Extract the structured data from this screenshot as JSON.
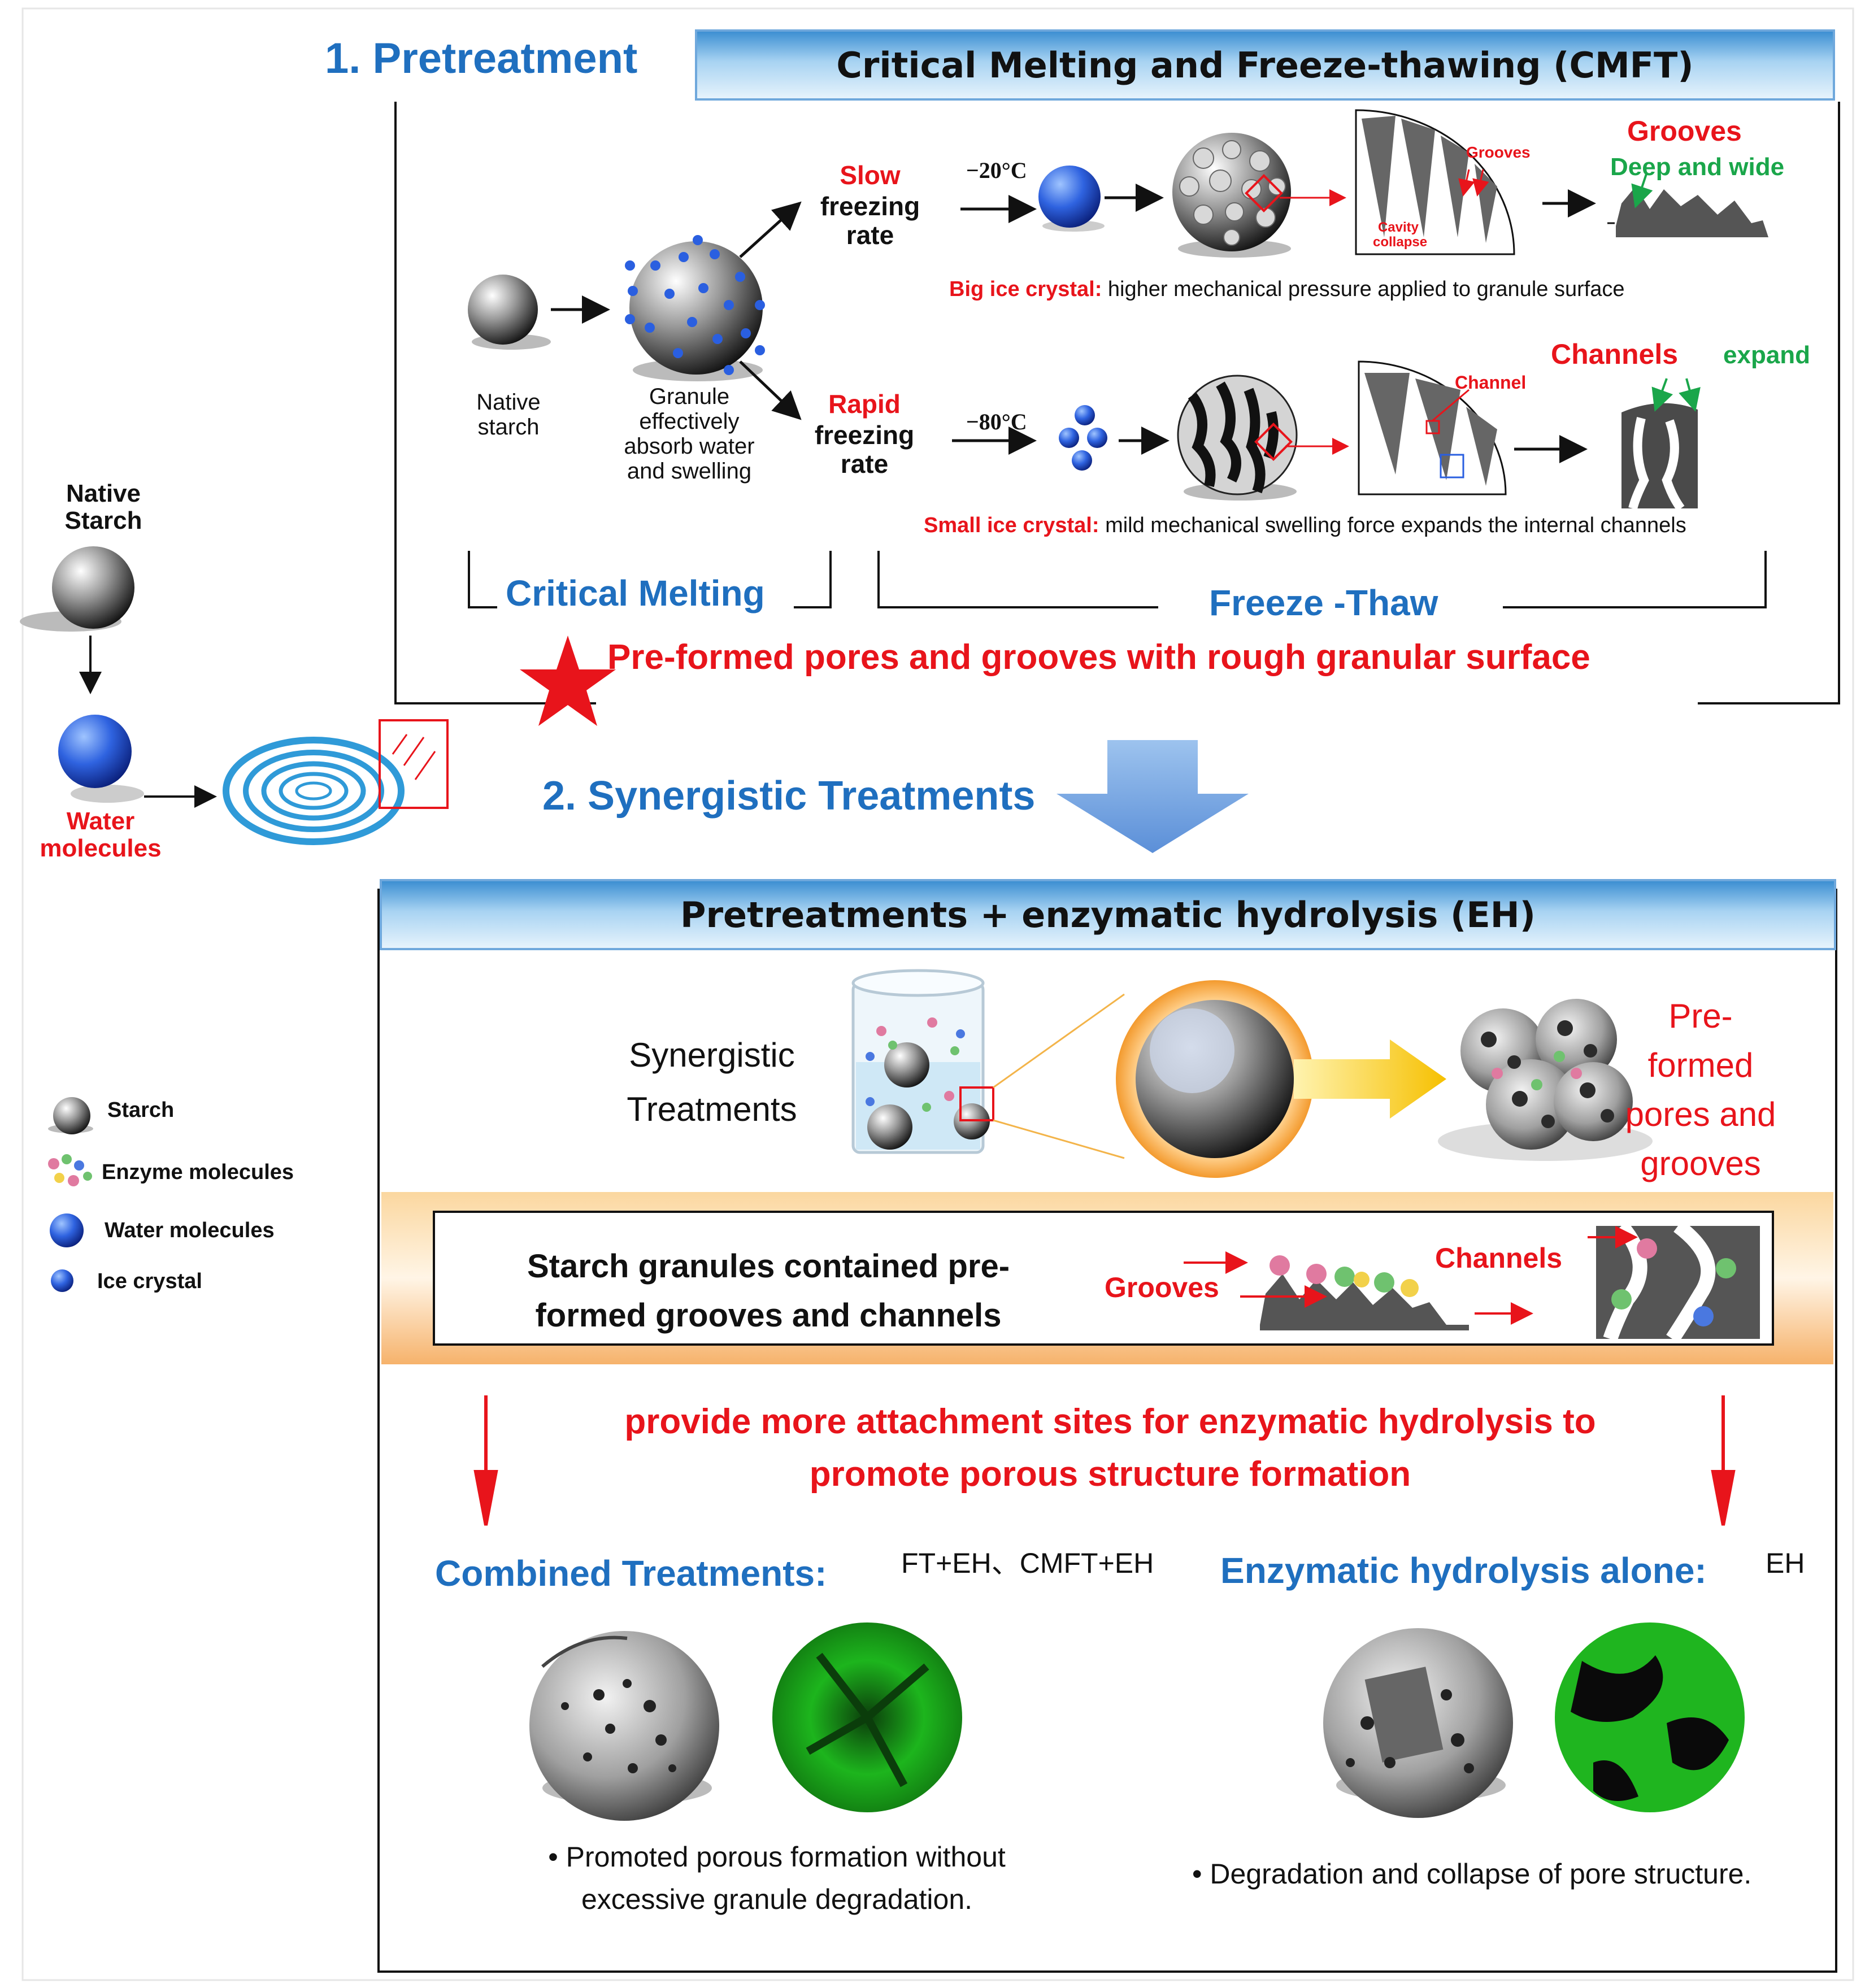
{
  "sec1": {
    "title": "1. Pretreatment",
    "header": "Critical Melting and Freeze-thawing (CMFT)"
  },
  "left": {
    "native_starch": "Native Starch",
    "water_molecules": "Water molecules"
  },
  "flow": {
    "native_label": "Native starch",
    "swell_label": "Granule effectively absorb water and swelling",
    "slow_word": "Slow",
    "slow_rest": "freezing rate",
    "rapid_word": "Rapid",
    "rapid_rest": "freezing rate",
    "temp_slow": "−20°C",
    "temp_rapid": "−80°C",
    "grooves_small": "Grooves",
    "cavity": "Cavity collapse",
    "channel_small": "Channel",
    "grooves_title": "Grooves",
    "deep_wide": "Deep and wide",
    "channels_title": "Channels",
    "expand": "expand",
    "big_ice_label": "Big ice crystal:",
    "big_ice_text": "higher mechanical pressure applied to granule surface",
    "small_ice_label": "Small ice crystal:",
    "small_ice_text": "mild mechanical swelling force expands the internal channels",
    "critical_melting": "Critical Melting",
    "freeze_thaw": "Freeze -Thaw",
    "preformed": "Pre-formed pores and grooves with rough granular surface"
  },
  "sec2": {
    "title": "2. Synergistic Treatments",
    "header": "Pretreatments + enzymatic hydrolysis (EH)"
  },
  "synergy": {
    "label": "Synergistic Treatments",
    "preformed": "Pre-formed pores and grooves"
  },
  "band": {
    "text": "Starch granules contained pre-formed grooves and channels",
    "grooves": "Grooves",
    "channels": "Channels"
  },
  "provide": {
    "text": "provide more attachment sites for enzymatic hydrolysis to promote porous structure  formation"
  },
  "combined": {
    "title": "Combined Treatments:",
    "tag": "FT+EH、CMFT+EH",
    "note": "Promoted porous formation without excessive granule degradation."
  },
  "alone": {
    "title": "Enzymatic hydrolysis alone:",
    "tag": "EH",
    "note": "Degradation and collapse of pore structure."
  },
  "legend": [
    {
      "icon": "starch-icon",
      "label": "Starch"
    },
    {
      "icon": "enzyme-icon",
      "label": "Enzyme molecules"
    },
    {
      "icon": "water-molecule-icon",
      "label": "Water molecules"
    },
    {
      "icon": "ice-crystal-icon",
      "label": "Ice crystal"
    }
  ],
  "colors": {
    "accent_blue": "#1f6fbf",
    "accent_red": "#e8141b",
    "accent_green": "#1aa64a",
    "header_blue": "#3d8fd2"
  }
}
